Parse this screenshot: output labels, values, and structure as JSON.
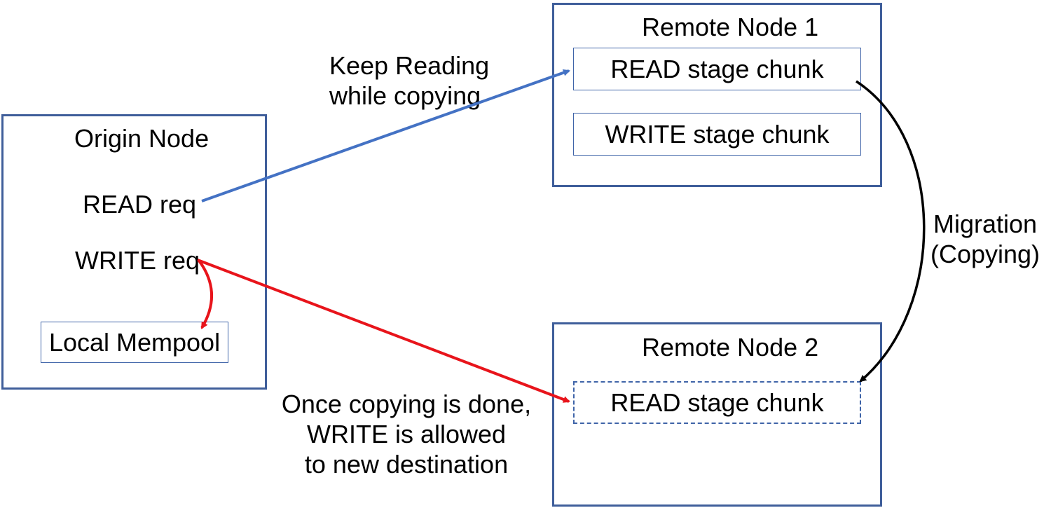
{
  "origin_node": {
    "title": "Origin Node",
    "read_req": "READ req",
    "write_req": "WRITE req",
    "local_mempool": "Local Mempool"
  },
  "remote_node_1": {
    "title": "Remote Node 1",
    "read_chunk": "READ stage chunk",
    "write_chunk": "WRITE stage chunk"
  },
  "remote_node_2": {
    "title": "Remote Node 2",
    "read_chunk": "READ stage chunk"
  },
  "annotations": {
    "keep_reading_line1": "Keep Reading",
    "keep_reading_line2": "while copying",
    "migration_line1": "Migration",
    "migration_line2": "(Copying)",
    "once_line1": "Once copying is done,",
    "once_line2": "WRITE is allowed",
    "once_line3": "to new destination"
  },
  "colors": {
    "box_border": "#3f5e9a",
    "chunk_border": "#3f64a8",
    "read_arrow": "#4472c4",
    "write_arrow": "#e8141b",
    "migration_arrow": "#000000"
  }
}
